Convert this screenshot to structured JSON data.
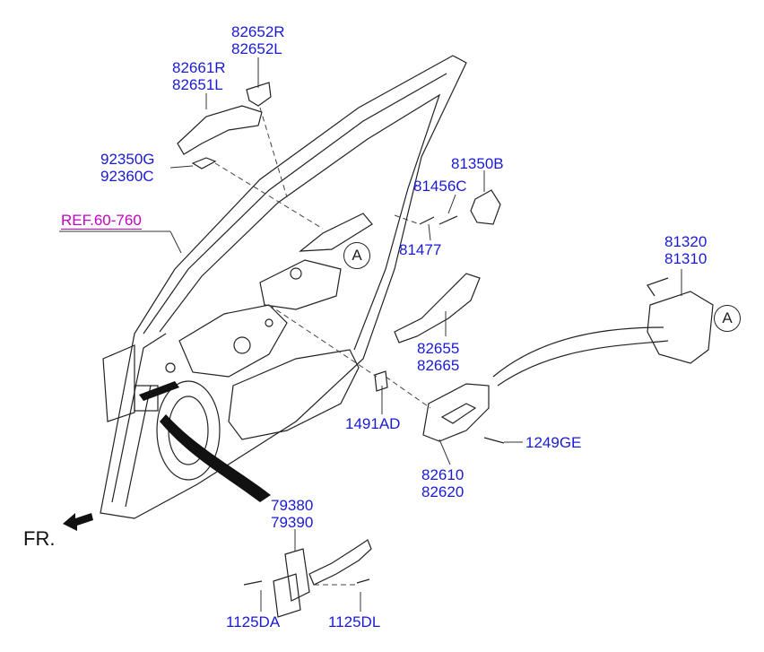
{
  "labels": {
    "p82652r": "82652R",
    "p82652l": "82652L",
    "p82661r": "82661R",
    "p82651l": "82651L",
    "p92350g": "92350G",
    "p92360c": "92360C",
    "ref": "REF.60-760",
    "p81350b": "81350B",
    "p81456c": "81456C",
    "p81477": "81477",
    "p81320": "81320",
    "p81310": "81310",
    "p82655": "82655",
    "p82665": "82665",
    "p1491ad": "1491AD",
    "p1249ge": "1249GE",
    "p82610": "82610",
    "p82620": "82620",
    "p79380": "79380",
    "p79390": "79390",
    "p1125da": "1125DA",
    "p1125dl": "1125DL",
    "fr": "FR.",
    "callout_a": "A"
  },
  "colors": {
    "part_label": "#1a1ad6",
    "reference_label": "#c400c4",
    "line": "#222222"
  }
}
